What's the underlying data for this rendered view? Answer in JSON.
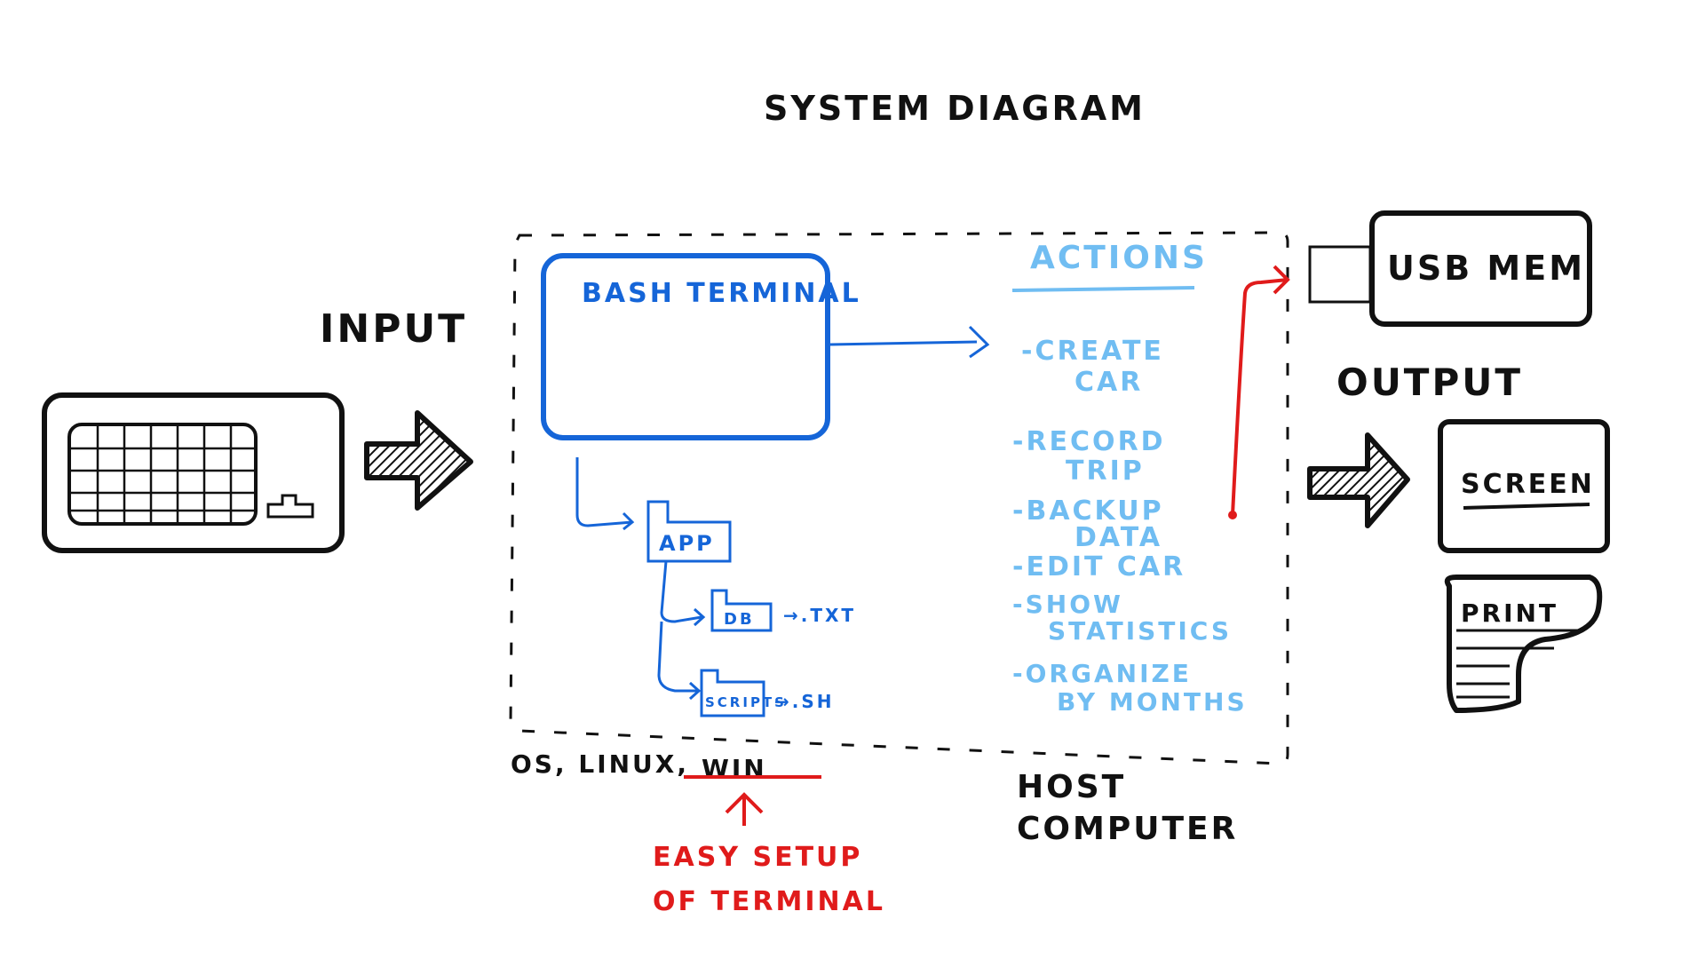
{
  "title": "SYSTEM DIAGRAM",
  "input": {
    "label": "INPUT"
  },
  "output": {
    "label": "OUTPUT"
  },
  "terminal": {
    "label": "BASH TERMINAL"
  },
  "tree": {
    "app": "APP",
    "db": "DB",
    "db_ext": "→.TXT",
    "scripts": "SCRIPTS",
    "scripts_ext": "→.SH"
  },
  "actions": {
    "heading": "ACTIONS",
    "items": [
      {
        "line1": "-CREATE",
        "line2": "CAR"
      },
      {
        "line1": "-RECORD",
        "line2": "TRIP"
      },
      {
        "line1": "-BACKUP",
        "line2": "DATA"
      },
      {
        "line1": "-EDIT CAR",
        "line2": ""
      },
      {
        "line1": "-SHOW",
        "line2": "STATISTICS"
      },
      {
        "line1": "-ORGANIZE",
        "line2": "BY MONTHS"
      }
    ]
  },
  "os": {
    "label": "OS, LINUX,",
    "struck": "WIN"
  },
  "note": {
    "line1": "EASY SETUP",
    "line2": "OF TERMINAL"
  },
  "host": {
    "line1": "HOST",
    "line2": "COMPUTER"
  },
  "usb": {
    "label": "USB MEM"
  },
  "screen": {
    "label": "SCREEN"
  },
  "print": {
    "label": "PRINT"
  },
  "colors": {
    "ink": "#111111",
    "blue": "#1565d8",
    "light_blue": "#70bdf2",
    "red": "#e01b1b"
  }
}
